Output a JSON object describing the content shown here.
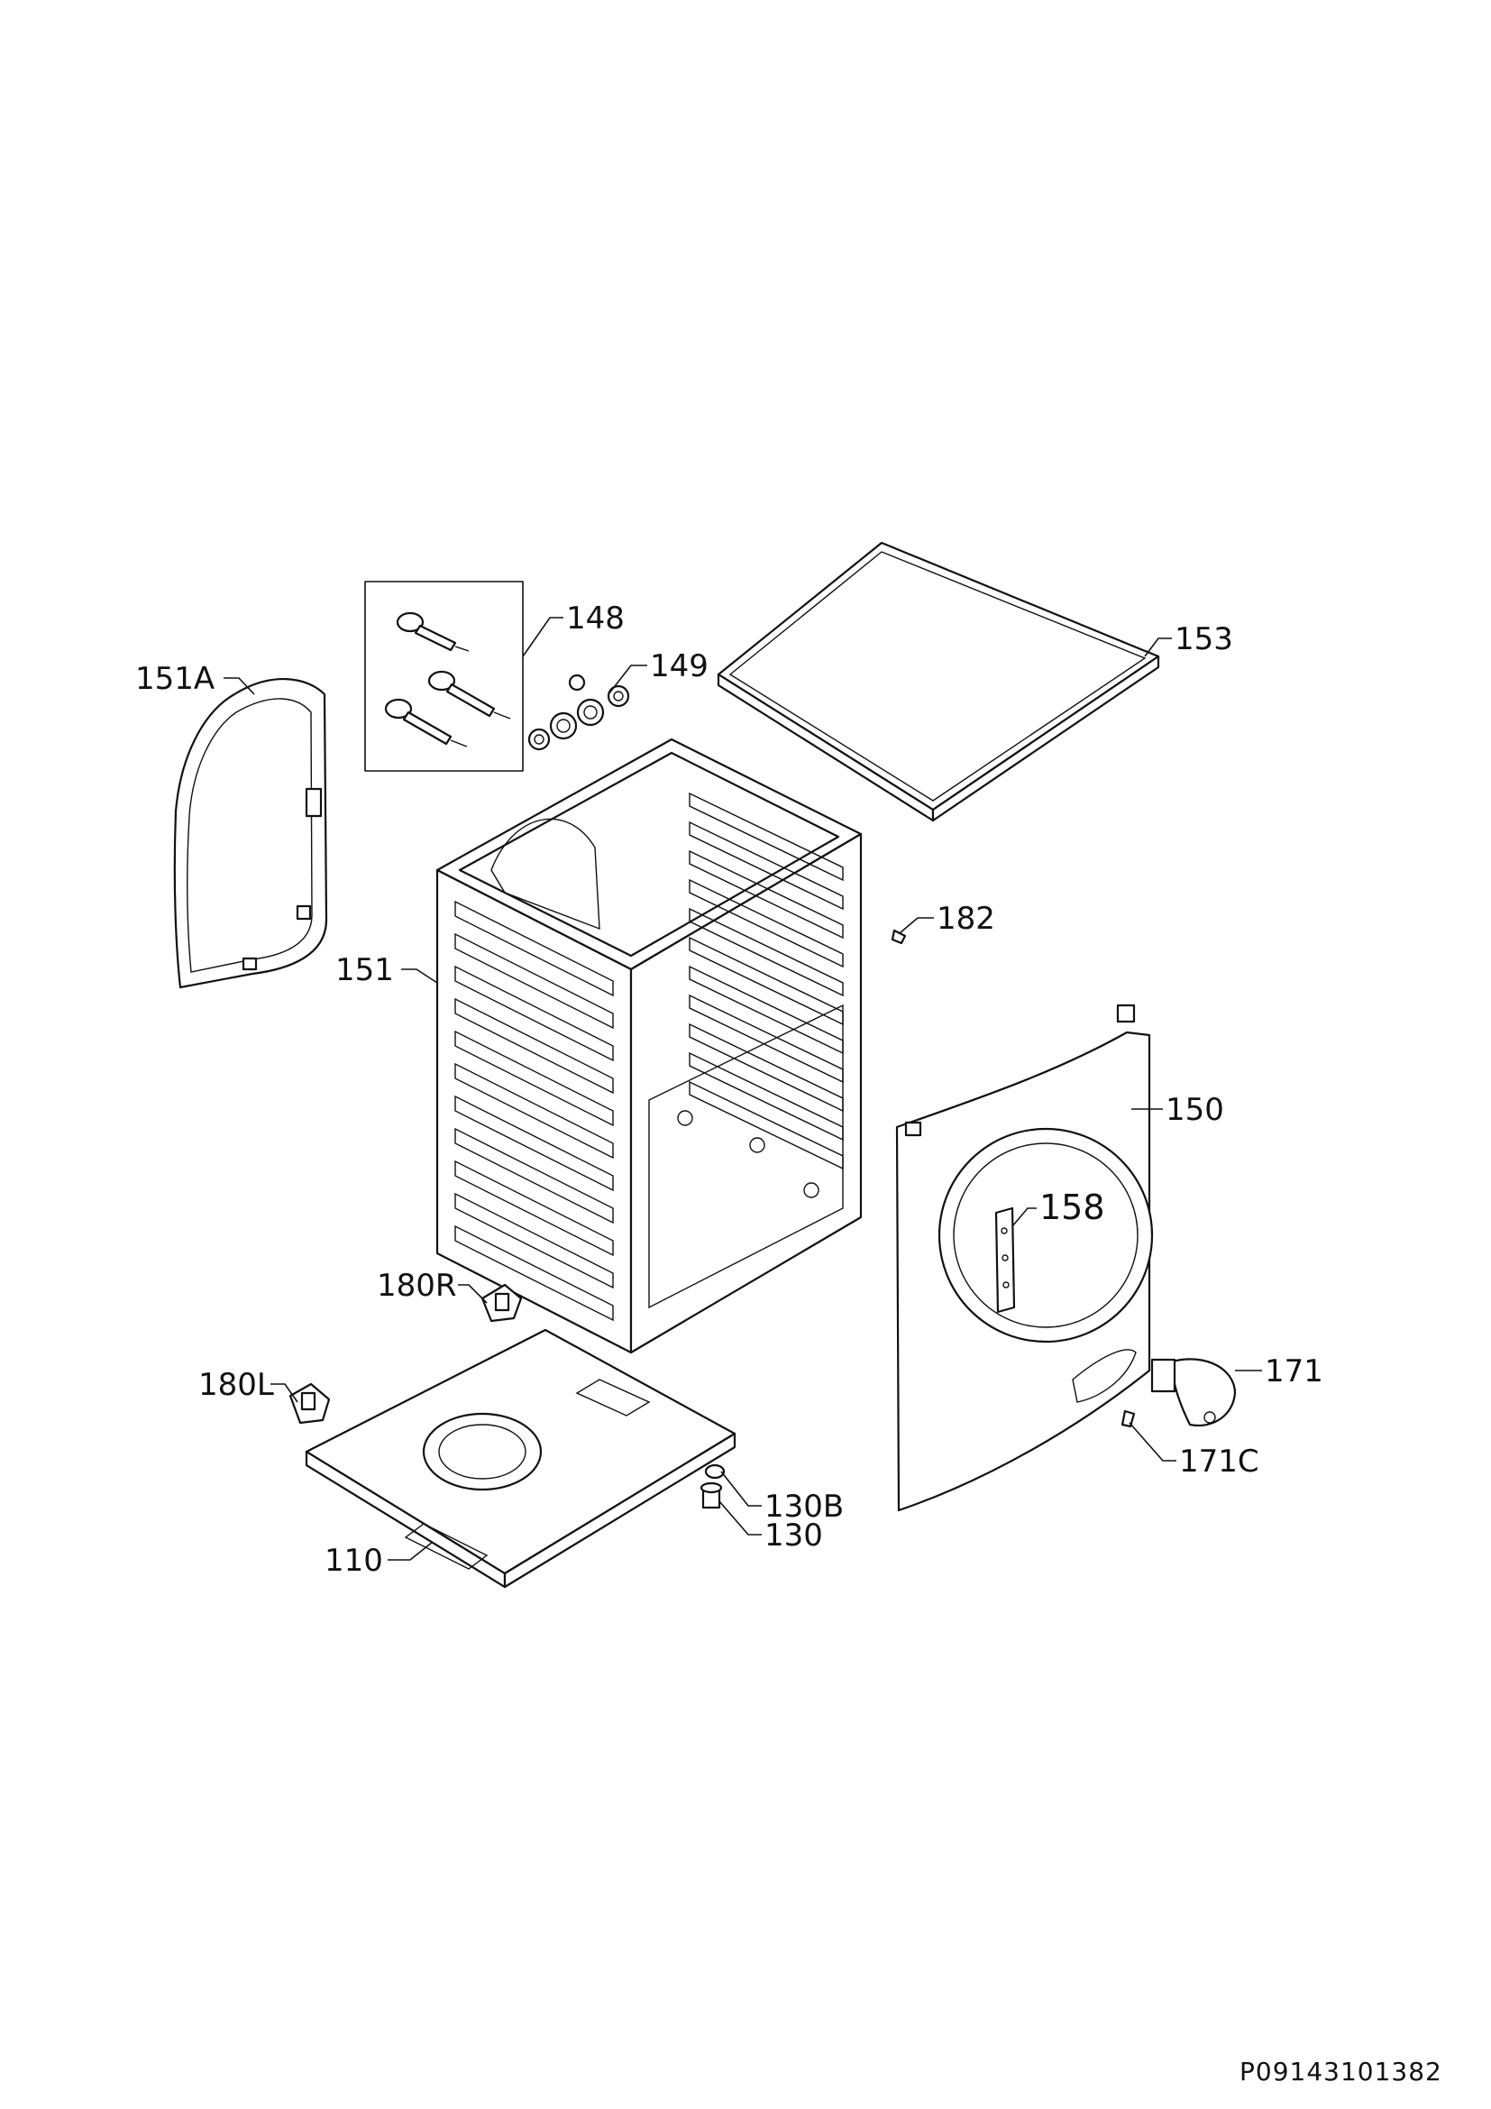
{
  "document_id": "P09143101382",
  "parts": [
    {
      "id": "p148",
      "label": "148"
    },
    {
      "id": "p149",
      "label": "149"
    },
    {
      "id": "p153",
      "label": "153"
    },
    {
      "id": "p151A",
      "label": "151A"
    },
    {
      "id": "p151",
      "label": "151"
    },
    {
      "id": "p182",
      "label": "182"
    },
    {
      "id": "p150",
      "label": "150"
    },
    {
      "id": "p158",
      "label": "158"
    },
    {
      "id": "p180R",
      "label": "180R"
    },
    {
      "id": "p180L",
      "label": "180L"
    },
    {
      "id": "p171",
      "label": "171"
    },
    {
      "id": "p171C",
      "label": "171C"
    },
    {
      "id": "p130B",
      "label": "130B"
    },
    {
      "id": "p130",
      "label": "130"
    },
    {
      "id": "p110",
      "label": "110"
    }
  ]
}
